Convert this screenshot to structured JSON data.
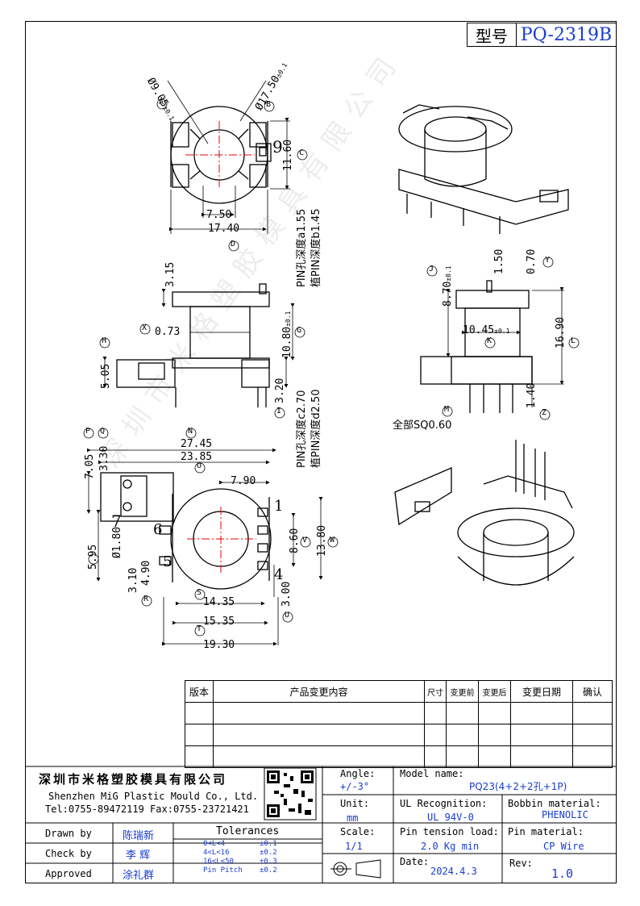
{
  "header": {
    "model_label": "型号",
    "model_value": "PQ-2319B"
  },
  "top_view": {
    "dim_d1": "9.05",
    "tol_d1": "±0.1",
    "dim_d2": "17.50",
    "tol_d2": "±0.1",
    "dim_h": "11.60",
    "pin_mark": "9",
    "dim_w1": "7.50",
    "dim_w2": "17.40",
    "mark_a": "A",
    "mark_b": "B",
    "mark_c": "C",
    "mark_d": "D"
  },
  "pin_notes": {
    "a": "PIN孔深度a1.55",
    "b": "植PIN深度b1.45",
    "c": "PIN孔深度c2.70",
    "d": "植PIN深度d2.50"
  },
  "side_view": {
    "dim_315": "3.15",
    "dim_073": "0.73",
    "dim_1080": "10.80",
    "tol_1080": "±0.1",
    "dim_505": "5.05",
    "dim_320": "3.20",
    "mark_x": "X",
    "mark_g": "G",
    "mark_h": "H",
    "mark_i": "I"
  },
  "front_view": {
    "dim_870": "8.70",
    "tol_870": "±0.1",
    "dim_150": "1.50",
    "dim_070": "0.70",
    "dim_1045": "10.45",
    "tol_1045": "±0.1",
    "dim_1690": "16.90",
    "dim_140": "1.40",
    "sq_note": "全部SQ0.60",
    "mark_j": "J",
    "mark_y": "Y",
    "mark_k": "K",
    "mark_l": "L",
    "mark_m": "M",
    "mark_z": "Z"
  },
  "bottom_view": {
    "dim_2745": "27.45",
    "dim_2385": "23.85",
    "dim_790": "7.90",
    "dim_705": "7.05",
    "dim_330": "3.30",
    "dim_595": "5.95",
    "dim_180": "1.80",
    "dim_310": "3.10",
    "dim_490": "4.90",
    "dim_1435": "14.35",
    "dim_1535": "15.35",
    "dim_1930": "19.30",
    "dim_860": "8.60",
    "dim_1380": "13.80",
    "dim_300": "3.00",
    "pin1": "1",
    "pin4": "4",
    "pin5": "5",
    "pin6": "6",
    "pin7": "7",
    "mark_p": "P",
    "mark_q": "Q",
    "mark_n": "N",
    "mark_o": "O",
    "mark_v": "V",
    "mark_w": "W",
    "mark_r": "R",
    "mark_s": "S",
    "mark_t": "T",
    "mark_u": "U"
  },
  "revision_table": {
    "headers": [
      "版本",
      "产品变更内容",
      "尺寸",
      "变更前",
      "变更后",
      "变更日期",
      "确认"
    ]
  },
  "title_block": {
    "company_cn": "深圳市米格塑胶模具有限公司",
    "company_en": "Shenzhen MiG Plastic Mould Co., Ltd.",
    "contact": "Tel:0755-89472119   Fax:0755-23721421",
    "angle_label": "Angle:",
    "angle_value": "+/-3°",
    "unit_label": "Unit:",
    "unit_value": "mm",
    "scale_label": "Scale:",
    "scale_value": "1/1",
    "model_name_label": "Model name:",
    "model_name_value": "PQ23(4+2+2孔+1P)",
    "ul_label": "UL Recognition:",
    "ul_value": "UL 94V-0",
    "bobbin_label": "Bobbin material:",
    "bobbin_value": "PHENOLIC",
    "tension_label": "Pin tension load:",
    "tension_value": "2.0 Kg min",
    "pin_mat_label": "Pin material:",
    "pin_mat_value": "CP Wire",
    "date_label": "Date:",
    "date_value": "2024.4.3",
    "rev_label": "Rev:",
    "rev_value": "1.0",
    "drawn_label": "Drawn by",
    "drawn_value": "陈瑞新",
    "check_label": "Check by",
    "check_value": "李 辉",
    "approved_label": "Approved",
    "approved_value": "涂礼群",
    "tol_title": "Tolerances",
    "tolerances": [
      {
        "range": "0<L<4",
        "value": "±0.1"
      },
      {
        "range": "4<L<16",
        "value": "±0.2"
      },
      {
        "range": "16<L<50",
        "value": "±0.3"
      },
      {
        "range": "Pin Pitch",
        "value": "±0.2"
      }
    ]
  },
  "watermark": "深圳市米格塑胶模具有限公司"
}
